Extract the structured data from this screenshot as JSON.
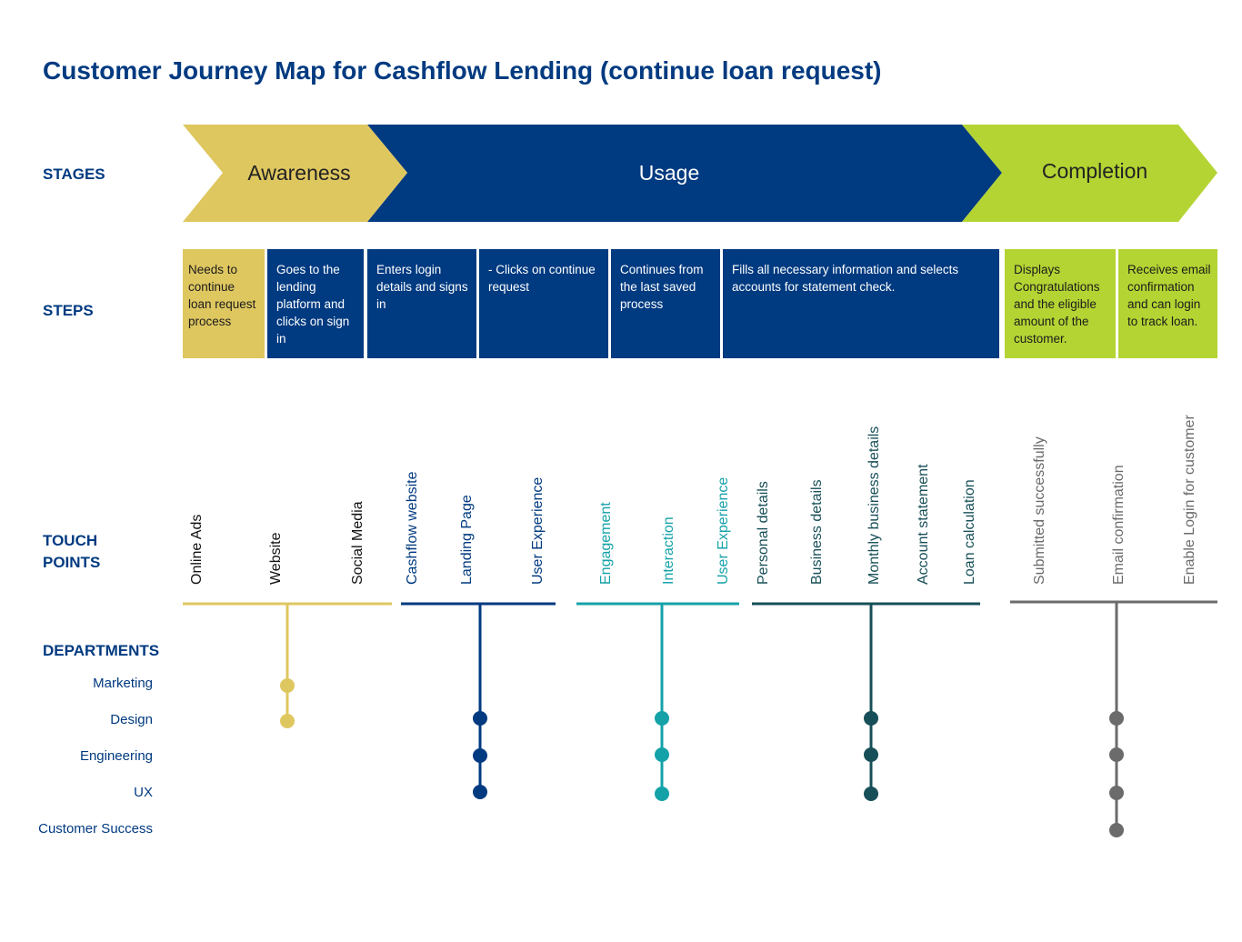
{
  "title": "Customer Journey Map for Cashflow Lending (continue loan request)",
  "row_labels": {
    "stages": "STAGES",
    "steps": "STEPS",
    "touch_points_1": "TOUCH",
    "touch_points_2": "POINTS",
    "departments": "DEPARTMENTS"
  },
  "colors": {
    "awareness": "#dfc760",
    "usage": "#003a80",
    "completion": "#b4d433",
    "teal": "#14a2a8",
    "dark_teal": "#174f58",
    "gray": "#6b6b6b",
    "label_blue": "#003a80"
  },
  "stages": [
    {
      "name": "Awareness"
    },
    {
      "name": "Usage"
    },
    {
      "name": "Completion"
    }
  ],
  "steps": [
    {
      "text": "Needs to continue loan request process"
    },
    {
      "text": "Goes to the lending platform and clicks on sign in"
    },
    {
      "text": "Enters login details and signs in"
    },
    {
      "text": "- Clicks on continue request"
    },
    {
      "text": "Continues from the last saved process"
    },
    {
      "text": "Fills all necessary information and selects accounts for statement check."
    },
    {
      "text": "Displays Congratulations and the eligible amount of the customer."
    },
    {
      "text": "Receives email confirmation and can login to track loan."
    }
  ],
  "touch_points": [
    {
      "label": "Online Ads"
    },
    {
      "label": "Website"
    },
    {
      "label": "Social Media"
    },
    {
      "label": "Cashflow website"
    },
    {
      "label": "Landing Page"
    },
    {
      "label": "User Experience"
    },
    {
      "label": "Engagement"
    },
    {
      "label": "Interaction"
    },
    {
      "label": "User Experience"
    },
    {
      "label": "Personal details"
    },
    {
      "label": "Business details"
    },
    {
      "label": "Monthly business details"
    },
    {
      "label": "Account statement"
    },
    {
      "label": "Loan calculation"
    },
    {
      "label": "Submitted successfully"
    },
    {
      "label": "Email confirmation"
    },
    {
      "label": "Enable Login for customer"
    }
  ],
  "departments": [
    "Marketing",
    "Design",
    "Engineering",
    "UX",
    "Customer Success"
  ],
  "groups": [
    {
      "departments": [
        "Marketing",
        "Design"
      ]
    },
    {
      "departments": [
        "Design",
        "Engineering",
        "UX"
      ]
    },
    {
      "departments": [
        "Design",
        "Engineering",
        "UX"
      ]
    },
    {
      "departments": [
        "Design",
        "Engineering",
        "UX"
      ]
    },
    {
      "departments": [
        "Design",
        "Engineering",
        "UX",
        "Customer Success"
      ]
    }
  ]
}
